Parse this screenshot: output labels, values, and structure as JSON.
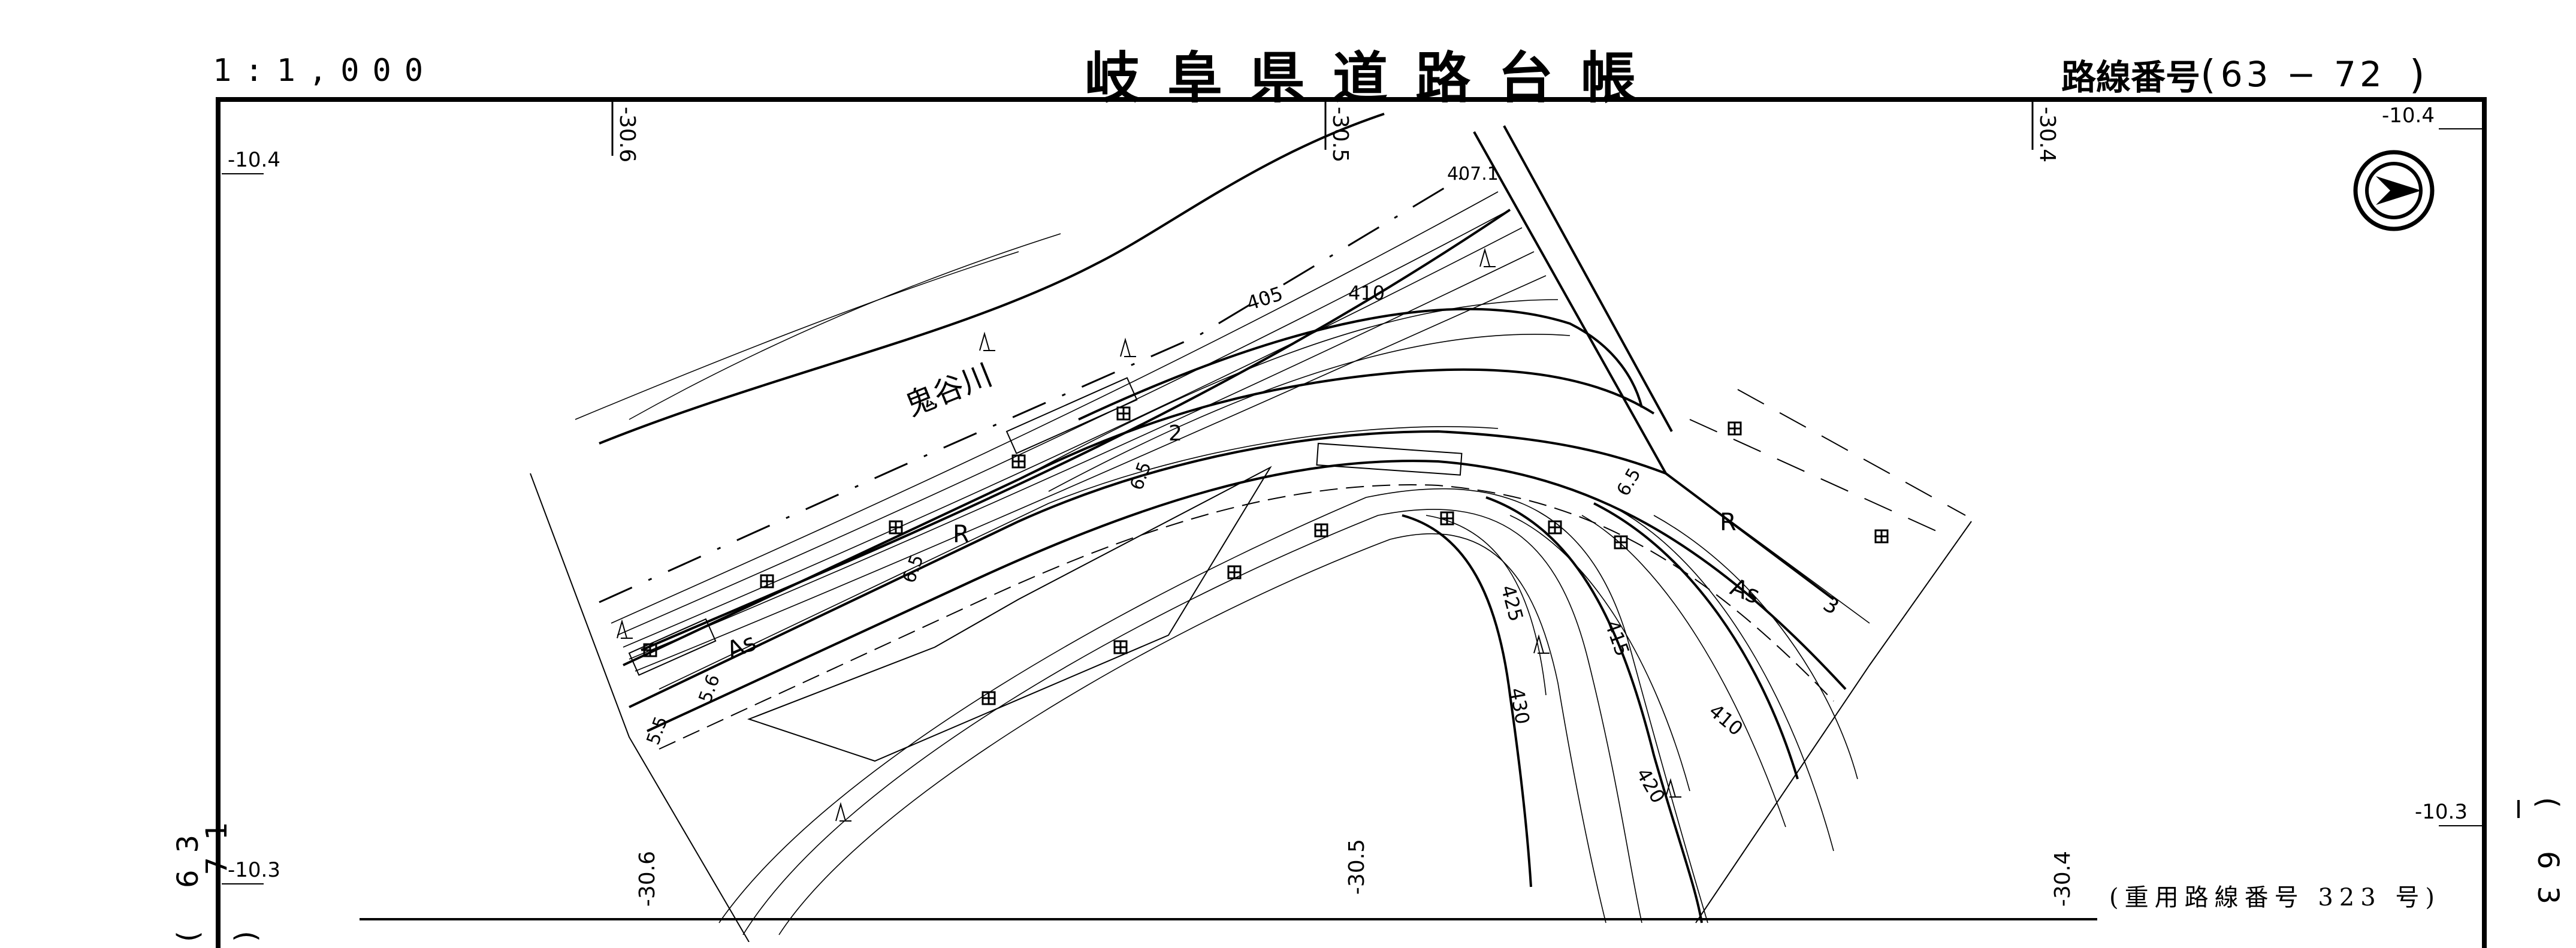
{
  "header": {
    "scale": "1:1,000",
    "title": "岐阜県道路台帳",
    "route_label": "路線番号",
    "route_number": "63 − 72",
    "paren_open": "(",
    "paren_close": ")"
  },
  "grid": {
    "top_x_labels": [
      "-30.6",
      "-30.5",
      "-30.4"
    ],
    "bottom_x_labels": [
      "-30.6",
      "-30.5",
      "-30.4"
    ],
    "left_y_labels": [
      "-10.4",
      "-10.3"
    ],
    "right_y_labels": [
      "-10.4",
      "-10.3"
    ]
  },
  "margins": {
    "left_sheet_ref": "( 63 − 71 )",
    "right_sheet_ref": "( 63 −"
  },
  "footer": {
    "joint_route_note": "(重用路線番号 323 号)"
  },
  "map": {
    "river_name": "鬼谷川",
    "pavement_code": "As",
    "road_code": "R",
    "spot_height": "407.1",
    "contour_labels": [
      "405",
      "410",
      "410",
      "415",
      "420",
      "425",
      "430"
    ],
    "width_labels": [
      "6.5",
      "6.5",
      "5.6",
      "6.5",
      "5.5"
    ],
    "section_numbers": [
      "2",
      "3"
    ],
    "north_arrow": "north-arrow-icon",
    "colors": {
      "ink": "#000000",
      "paper": "#ffffff"
    }
  }
}
